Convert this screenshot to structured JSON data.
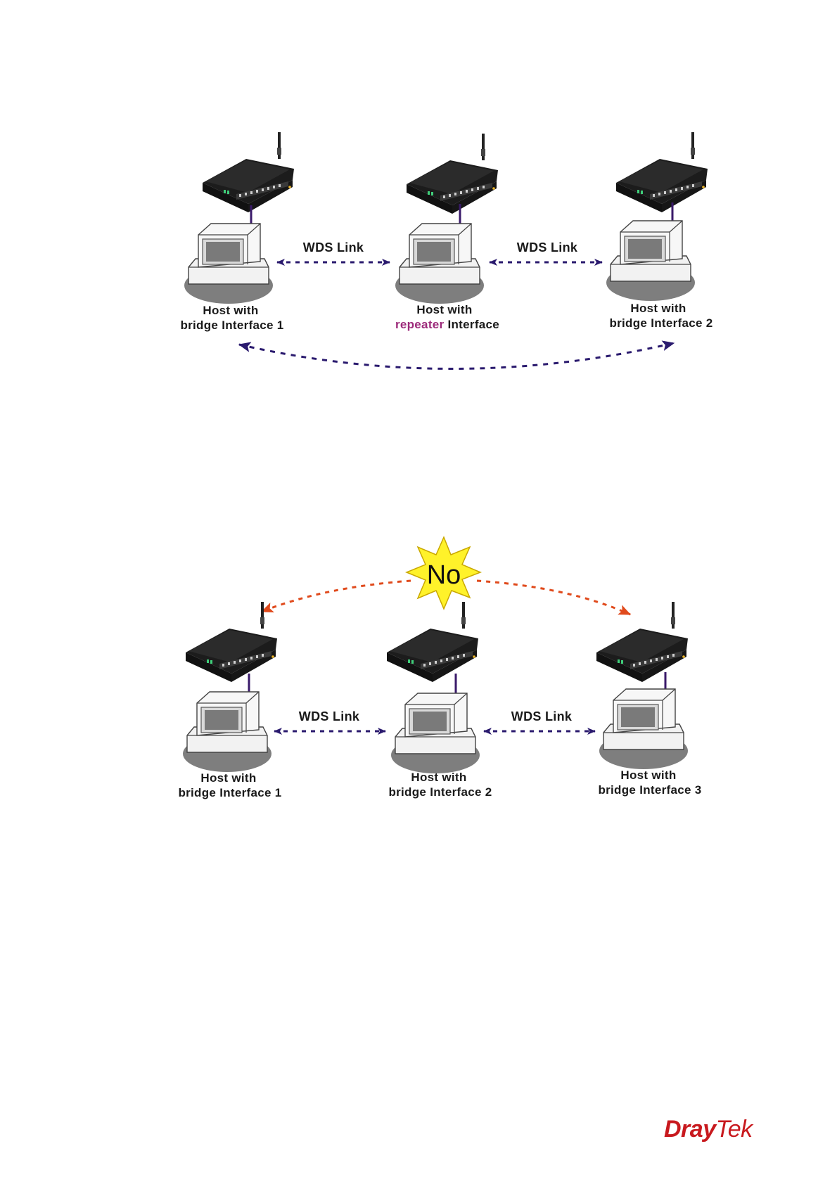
{
  "diagram_top": {
    "link_labels": [
      "WDS Link",
      "WDS Link"
    ],
    "hosts": [
      {
        "line1": "Host with",
        "line2_pre": "",
        "line2_accent": "",
        "line2_post": "bridge Interface 1"
      },
      {
        "line1": "Host with",
        "line2_pre": "",
        "line2_accent": "repeater",
        "line2_post": " Interface"
      },
      {
        "line1": "Host with",
        "line2_pre": "",
        "line2_accent": "",
        "line2_post": "bridge Interface 2"
      }
    ]
  },
  "diagram_bottom": {
    "burst_text": "No",
    "link_labels": [
      "WDS Link",
      "WDS Link"
    ],
    "hosts": [
      {
        "line1": "Host with",
        "line2": "bridge Interface 1"
      },
      {
        "line1": "Host with",
        "line2": "bridge Interface 2"
      },
      {
        "line1": "Host with",
        "line2": "bridge Interface 3"
      }
    ]
  },
  "router_brand_text": "DrayTek",
  "footer": {
    "logo_part1": "Dray",
    "logo_part2": "Tek"
  },
  "colors": {
    "link_arrow": "#2a1a6e",
    "blocked_arrow": "#e04a1c",
    "accent_text": "#9c2a7a",
    "burst_fill": "#fff22a",
    "logo": "#c8191e"
  }
}
